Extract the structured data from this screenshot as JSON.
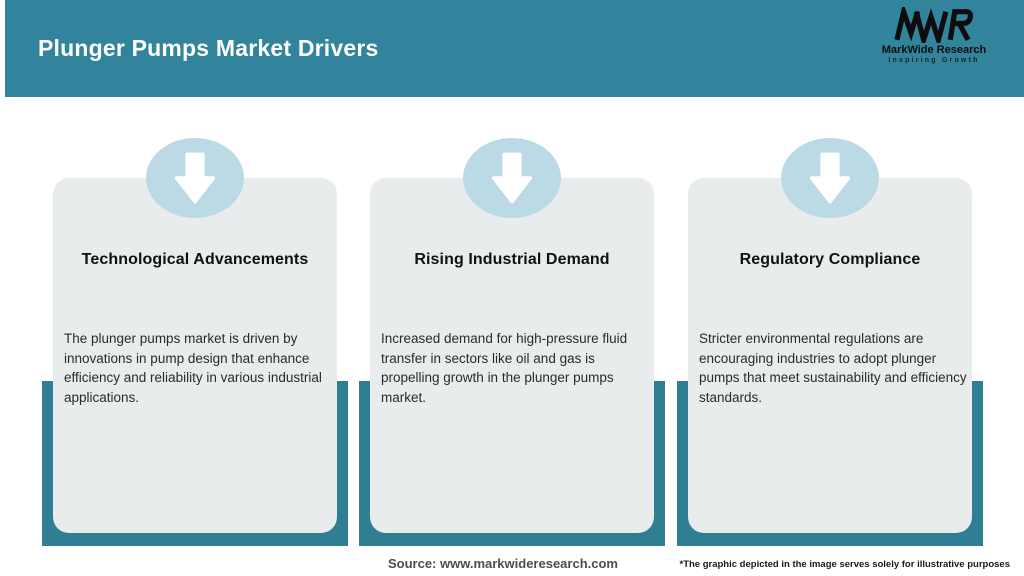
{
  "header": {
    "title": "Plunger Pumps Market Drivers",
    "background_color": "#31849B",
    "logo": {
      "monogram": "MWR",
      "name": "MarkWide Research",
      "tagline": "Inspiring Growth",
      "icon": "mwr-monogram-icon"
    }
  },
  "cards": [
    {
      "icon": "arrow-down-icon",
      "title": "Technological Advancements",
      "description": "The plunger pumps market is driven by innovations in pump design that enhance efficiency and reliability in various industrial applications."
    },
    {
      "icon": "arrow-down-icon",
      "title": "Rising Industrial Demand",
      "description": "Increased demand for high-pressure fluid transfer in sectors like oil and gas is propelling growth in the plunger pumps market."
    },
    {
      "icon": "arrow-down-icon",
      "title": "Regulatory Compliance",
      "description": "Stricter environmental regulations are encouraging industries to adopt plunger pumps that meet sustainability and efficiency standards."
    }
  ],
  "footer": {
    "source": "Source: www.markwideresearch.com",
    "disclaimer": "*The graphic depicted in the image serves solely for illustrative purposes"
  },
  "colors": {
    "header_teal": "#31849B",
    "frame_teal": "#2F7E94",
    "card_gray": "#E9ECEC",
    "badge_blue": "#BCDAE6"
  }
}
